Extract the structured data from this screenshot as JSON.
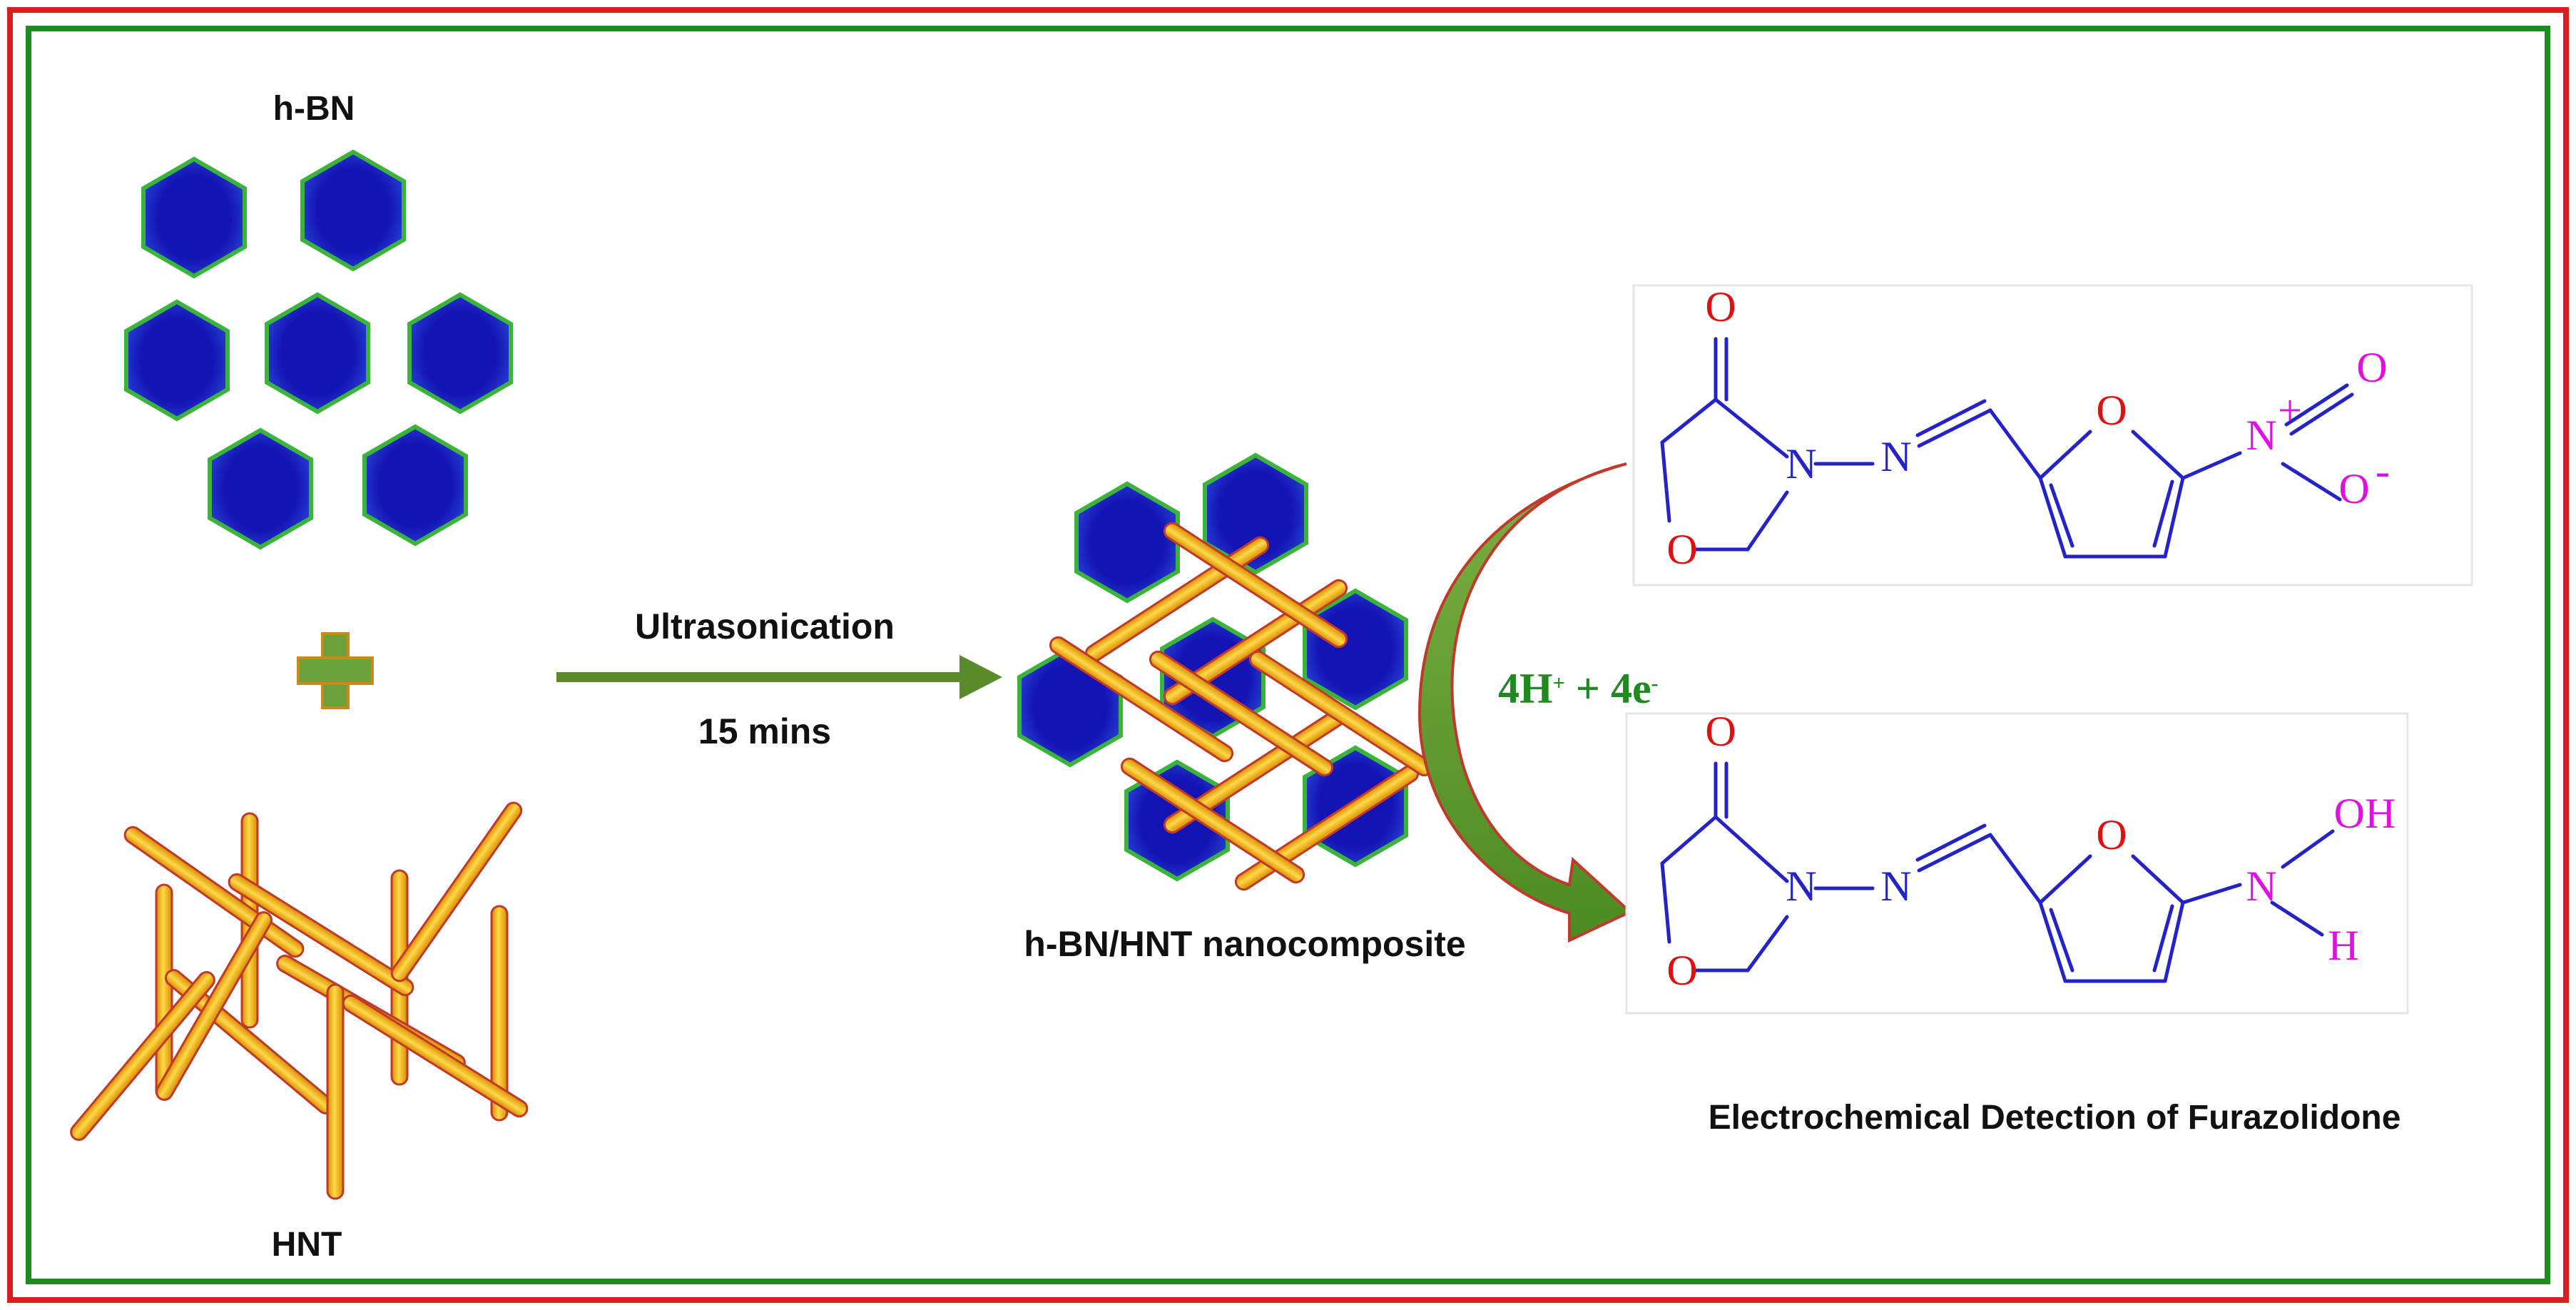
{
  "labels": {
    "hbn": "h-BN",
    "hnt": "HNT",
    "process": "Ultrasonication",
    "time": "15 mins",
    "composite": "h-BN/HNT nanocomposite",
    "reaction": "4H",
    "reaction_sup1": "+",
    "reaction_mid": " + 4e",
    "reaction_sup2": "-",
    "title": "Electrochemical Detection of Furazolidone"
  },
  "atoms": {
    "O": "O",
    "N": "N",
    "N_plus": "+",
    "O_minus": "-",
    "H": "H",
    "OH": "OH"
  },
  "colors": {
    "outer_border": "#d81e1e",
    "inner_border": "#1f8a1f",
    "hexagon_fill": "#1414b4",
    "hexagon_stroke": "#3cb43c",
    "tube_fill": "#f5b400",
    "tube_stroke": "#c0392b",
    "arrow": "#5a8a2a",
    "bond": "#2323c8",
    "oxygen": "#e01010",
    "nitrogen": "#2323c8",
    "charge": "#e010e0",
    "reaction_text": "#1f8a1f"
  }
}
